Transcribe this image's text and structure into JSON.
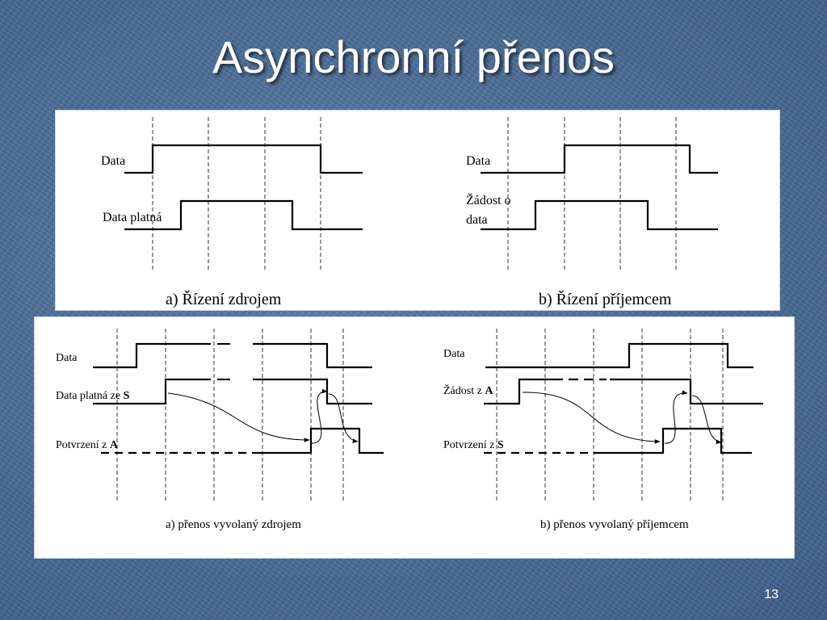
{
  "title": "Asynchronní přenos",
  "slide_number": "13",
  "top_panel": {
    "left": {
      "signals": [
        "Data",
        "Data platná"
      ],
      "caption": "a)  Řízení zdrojem"
    },
    "right": {
      "signals": [
        "Data",
        "Žádost o",
        "data"
      ],
      "caption": "b)  Řízení příjemcem"
    }
  },
  "bottom_panel": {
    "left": {
      "data": "Data",
      "valid_prefix": "Data platná ze ",
      "valid_bold": "S",
      "ack_prefix": "Potvrzení z ",
      "ack_bold": "A",
      "caption": "a) přenos vyvolaný zdrojem"
    },
    "right": {
      "data": "Data",
      "req_prefix": "Žádost z ",
      "req_bold": "A",
      "ack_prefix": "Potvrzení z ",
      "ack_bold": "S",
      "caption": "b) přenos vyvolaný příjemcem"
    }
  }
}
